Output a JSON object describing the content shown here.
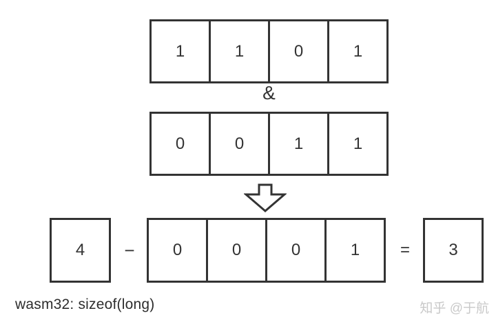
{
  "colors": {
    "line": "#333333",
    "text": "#333333",
    "watermark": "#c9c9c9",
    "background": "#ffffff"
  },
  "rows": {
    "operand_a": {
      "cells": [
        "1",
        "1",
        "0",
        "1"
      ]
    },
    "operand_b": {
      "cells": [
        "0",
        "0",
        "1",
        "1"
      ]
    },
    "and_result": {
      "cells": [
        "0",
        "0",
        "0",
        "1"
      ]
    }
  },
  "operators": {
    "and": "&",
    "minus": "−",
    "equals": "="
  },
  "scalars": {
    "minuend": "4",
    "result": "3"
  },
  "icons": {
    "arrow_down": "hollow-down-arrow"
  },
  "caption": "wasm32: sizeof(long)",
  "watermark": "知乎 @于航"
}
